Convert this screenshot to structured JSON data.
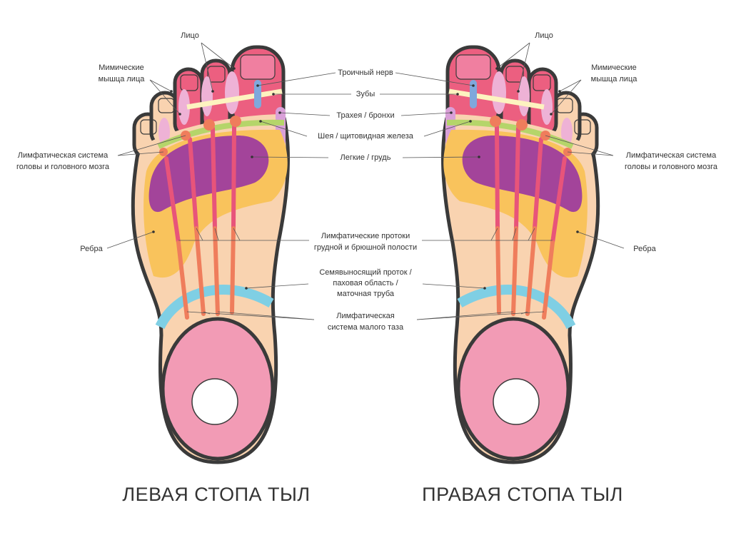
{
  "labels": {
    "face": "Лицо",
    "mimic_1": "Мимические",
    "mimic_2": "мышца лица",
    "trigeminal": "Троичный нерв",
    "teeth": "Зубы",
    "trachea": "Трахея / бронхи",
    "neck": "Шея / щитовидная железа",
    "lymph_head_1": "Лимфатическая система",
    "lymph_head_2": "головы и головного мозга",
    "lungs": "Легкие / грудь",
    "ribs": "Ребра",
    "lymph_ducts_1": "Лимфатические протоки",
    "lymph_ducts_2": "грудной и брюшной полости",
    "seminal_1": "Семявыносящий проток /",
    "seminal_2": "паховая область /",
    "seminal_3": "маточная труба",
    "lymph_pelvis_1": "Лимфатическая",
    "lymph_pelvis_2": "система малого таза"
  },
  "titles": {
    "left": "ЛЕВАЯ СТОПА ТЫЛ",
    "right": "ПРАВАЯ СТОПА ТЫЛ"
  },
  "colors": {
    "skin": "#f9d3b0",
    "toe_pink": "#ec5f80",
    "lungs": "#a3449a",
    "chest": "#f9c35c",
    "neck": "#b5d56a",
    "groin": "#7fcfe4",
    "heel": "#f29bb5",
    "ducts": "#e8547a",
    "outline": "#3a3a3a"
  }
}
